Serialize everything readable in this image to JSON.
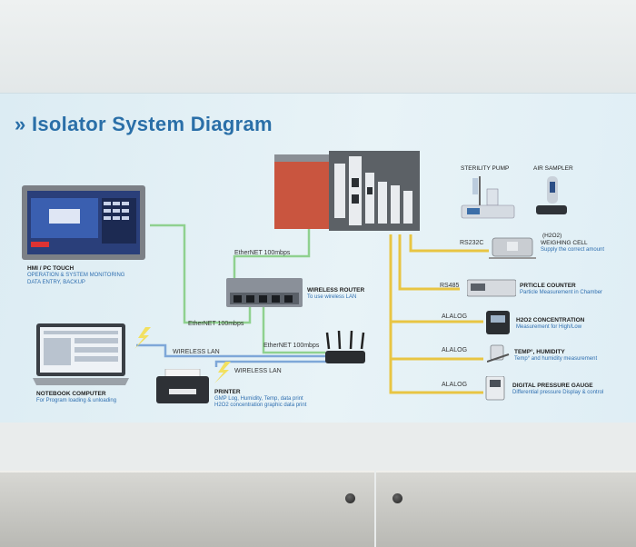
{
  "title": "Isolator System Diagram",
  "colors": {
    "title_blue": "#2a6fa8",
    "ethernet_green": "#8fd18f",
    "wireless_blue": "#7ea7d8",
    "bus_yellow": "#e8c543",
    "sub_text_blue": "#2f6fb0"
  },
  "nodes": {
    "hmi": {
      "title": "HMI / PC TOUCH",
      "sub1": "OPERATION & SYSTEM MONITORING",
      "sub2": "DATA ENTRY, BACKUP"
    },
    "router": {
      "title": "WIRELESS ROUTER",
      "sub": "To use wireless LAN"
    },
    "notebook": {
      "title": "NOTEBOOK COMPUTER",
      "sub": "For Program loading & unloading"
    },
    "printer": {
      "title": "PRINTER",
      "sub1": "GMP Log, Humidity, Temp, data print",
      "sub2": "H2O2 concentration graphic data print"
    },
    "sterility_pump": {
      "title": "STERILITY PUMP"
    },
    "air_sampler": {
      "title": "AIR SAMPLER"
    },
    "weighing_cell": {
      "title1": "(H2O2)",
      "title2": "WEIGHING CELL",
      "sub": "Supply the correct amount"
    },
    "particle_counter": {
      "title": "PRTICLE COUNTER",
      "sub": "Particle Measurement in Chamber"
    },
    "h2o2_concentration": {
      "title": "H2O2 CONCENTRATION",
      "sub": "Measurement  for High/Low"
    },
    "temp_humidity": {
      "title": "TEMP°, HUMIDITY",
      "sub": "Temp° and humidity measurement"
    },
    "pressure_gauge": {
      "title": "DIGITAL PRESSURE GAUGE",
      "sub": "Differential pressure Display & control"
    }
  },
  "links": {
    "ethernet_plc": "EtherNET 100mbps",
    "ethernet_hmi": "EtherNET 100mbps",
    "ethernet_wifi": "EtherNET 100mbps",
    "wireless_notebook": "WIRELESS LAN",
    "wireless_printer": "WIRELESS LAN",
    "rs232c": "RS232C",
    "rs485": "RS485",
    "analog_h2o2": "ALALOG",
    "analog_temp": "ALALOG",
    "analog_pressure": "ALALOG"
  }
}
